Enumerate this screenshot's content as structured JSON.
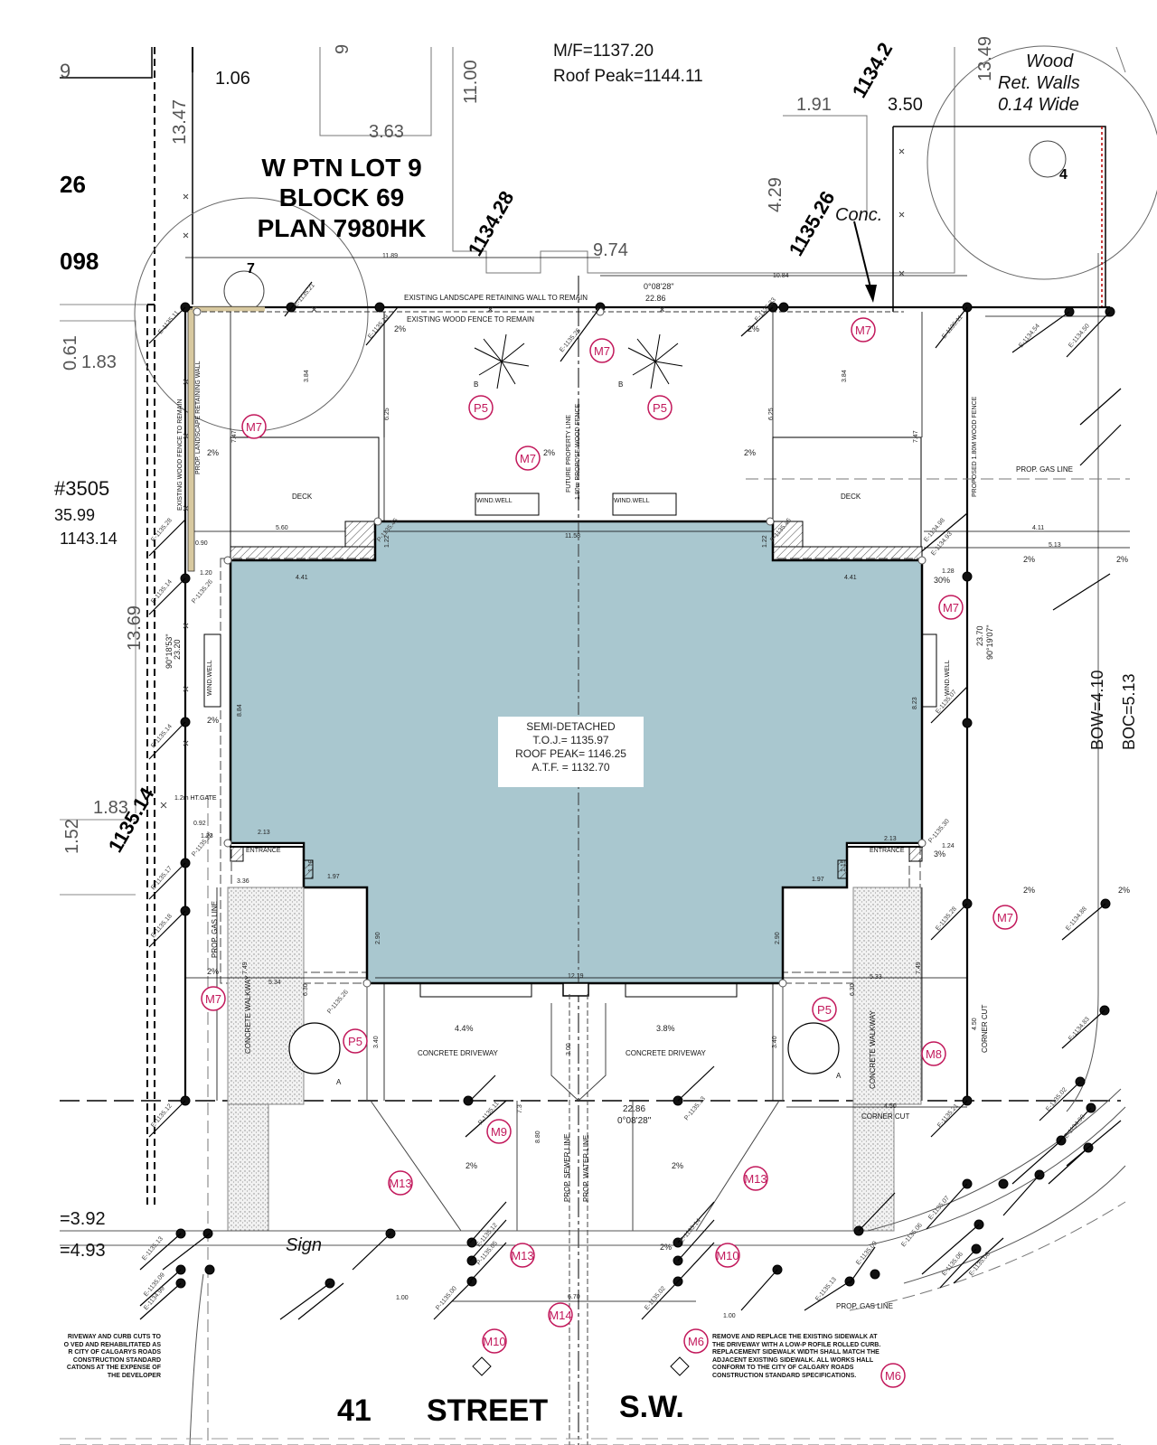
{
  "lot": {
    "line1": "W PTN LOT 9",
    "line2": "BLOCK 69",
    "line3": "PLAN 7980HK"
  },
  "house": {
    "name": "SEMI-DETACHED",
    "toj": "T.O.J.= 1135.97",
    "roof": "ROOF PEAK= 1146.25",
    "atf": "A.T.F. = 1132.70"
  },
  "street": {
    "w1": "41",
    "w2": "STREET",
    "w3": "S.W."
  },
  "top_labels": {
    "mf": "M/F=1137.20",
    "roof_peak": "Roof Peak=1144.11"
  },
  "wood_walls": {
    "l1": "Wood",
    "l2": "Ret.  Walls",
    "l3": "0.14  Wide"
  },
  "labels": {
    "conc": "Conc.",
    "sign": "Sign",
    "bow": "BOW=4.10",
    "boc": "BOC=5.13",
    "existing_wall": "EXISTING LANDSCAPE RETAINING WALL TO REMAIN",
    "existing_fence": "EXISTING WOOD FENCE TO REMAIN",
    "fence_left": "EXISTING WOOD FENCE TO REMAIN",
    "prop_wall": "PROP. LANDSCAPE RETAINING WALL",
    "future_line": "FUTURE PROPERTY LINE",
    "prop_fence": "1.80m PROPOSE WOOD FENCE",
    "prop_fence_right": "PROPOSED 1.80M WOOD FENCE",
    "gas_line": "PROP. GAS LINE",
    "gas_line_left": "PROP. GAS LINE",
    "gas_line_bottom": "PROP. GAS LINE",
    "deck": "DECK",
    "wind_well": "WIND.WELL",
    "entrance": "ENTRANCE",
    "concrete_driveway": "CONCRETE DRIVEWAY",
    "concrete_walkway": "CONCRETE WALKWAY",
    "corner_cut": "CORNER CUT",
    "sewer": "PROP. SEWER LINE",
    "water": "PROP. WATER LINE",
    "gate": "1.2m HT.GATE",
    "lot_num": "#3505",
    "n26": "26",
    "n098": "098",
    "n9": "9",
    "v3599": "35.99",
    "v114314": "1143.14",
    "eq392": "=3.92",
    "eq493": "=4.93",
    "tree7": "7",
    "tree4": "4",
    "tree_b": "B",
    "tree_a": "A"
  },
  "elevations": {
    "e1": "1134.28",
    "e2": "1135.26",
    "e3": "1135.14",
    "e4": "1134.2"
  },
  "dims": {
    "d106": "1.06",
    "d1347": "13.47",
    "d363": "3.63",
    "d1100": "11.00",
    "d974": "9.74",
    "d191": "1.91",
    "d350": "3.50",
    "d429": "4.29",
    "d1349": "13.49",
    "d061": "0.61",
    "d183a": "1.83",
    "d1369": "13.69",
    "d183b": "1.83",
    "d152": "1.52",
    "d1189": "11.89",
    "d1084": "10.84",
    "d0828": "0°08'28\"",
    "d2286": "22.86",
    "d1158": "11.58",
    "d1219": "12.19",
    "d560": "5.60",
    "d090": "0.90",
    "d120": "1.20",
    "d122a": "1.22",
    "d122b": "1.22",
    "d441a": "4.41",
    "d441b": "4.41",
    "d128": "1.28",
    "d411": "4.11",
    "d513": "5.13",
    "d2320a": "23.20",
    "d901853": "90°18'53\"",
    "d2370": "23.70",
    "d901907": "90°19'07\"",
    "d884": "8.84",
    "d823": "8.23",
    "d384a": "3.84",
    "d384b": "3.84",
    "d625a": "6.25",
    "d625b": "6.25",
    "d747a": "7.47",
    "d747b": "7.47",
    "d092": "0.92",
    "d123": "1.23",
    "d213a": "2.13",
    "d213b": "2.13",
    "d124": "1.24",
    "d119a": "1.19",
    "d119b": "1.19",
    "d197a": "1.97",
    "d197b": "1.97",
    "d336": "3.36",
    "d290a": "2.90",
    "d290b": "2.90",
    "d534": "5.34",
    "d533": "5.33",
    "d749a": "7.49",
    "d749b": "7.49",
    "d630a": "6.30",
    "d630b": "6.30",
    "d340a": "3.40",
    "d340b": "3.40",
    "d450a": "4.50",
    "d450b": "4.50",
    "d300": "3.00",
    "d73": "7.3",
    "d880": "8.80",
    "d100a": "1.00",
    "d100b": "1.00",
    "d670": "6.70",
    "d2286b": "22.86",
    "d0828b": "0°08'28\""
  },
  "slopes": {
    "s2a": "2%",
    "s2b": "2%",
    "s2c": "2%",
    "s2d": "2%",
    "s2e": "2%",
    "s2f": "2%",
    "s2g": "2%",
    "s2h": "2%",
    "s2i": "2%",
    "s2j": "2%",
    "s2k": "2%",
    "s2l": "2%",
    "s2m": "2%",
    "s2n": "2%",
    "s30": "30%",
    "s3": "3%",
    "s44": "4.4%",
    "s38": "3.8%"
  },
  "markers": [
    {
      "t": "M7"
    },
    {
      "t": "M7"
    },
    {
      "t": "M7"
    },
    {
      "t": "M7"
    },
    {
      "t": "M7"
    },
    {
      "t": "M7"
    },
    {
      "t": "M7"
    },
    {
      "t": "P5"
    },
    {
      "t": "P5"
    },
    {
      "t": "P5"
    },
    {
      "t": "P5"
    },
    {
      "t": "M8"
    },
    {
      "t": "M9"
    },
    {
      "t": "M13"
    },
    {
      "t": "M13"
    },
    {
      "t": "M13"
    },
    {
      "t": "M10"
    },
    {
      "t": "M10"
    },
    {
      "t": "M6"
    },
    {
      "t": "M6"
    },
    {
      "t": "M14"
    }
  ],
  "points": [
    {
      "t": "E-1135.11"
    },
    {
      "t": "E-1135.21"
    },
    {
      "t": "E-1135.19"
    },
    {
      "t": "E-1135.26"
    },
    {
      "t": "E-1135.33"
    },
    {
      "t": "E-1135.11"
    },
    {
      "t": "E-1134.54"
    },
    {
      "t": "E-1134.50"
    },
    {
      "t": "E-1134.98"
    },
    {
      "t": "E-1134.93"
    },
    {
      "t": "E-1135.28"
    },
    {
      "t": "E-1135.14"
    },
    {
      "t": "E-1135.14"
    },
    {
      "t": "E-1135.07"
    },
    {
      "t": "E-1135.17"
    },
    {
      "t": "E-1135.18"
    },
    {
      "t": "E-1135.28"
    },
    {
      "t": "E-1135.12"
    },
    {
      "t": "E-1135.21"
    },
    {
      "t": "E-1134.88"
    },
    {
      "t": "E-1134.83"
    },
    {
      "t": "E-1135.02"
    },
    {
      "t": "E-1134.99"
    },
    {
      "t": "E-1135.13"
    },
    {
      "t": "E-1135.09"
    },
    {
      "t": "E-1134.99"
    },
    {
      "t": "E-1135.06"
    },
    {
      "t": "E-1135.12"
    },
    {
      "t": "E-1135.14"
    },
    {
      "t": "E-1135.07"
    },
    {
      "t": "E-1135.06"
    },
    {
      "t": "E-1135.08"
    },
    {
      "t": "E-1135.13"
    },
    {
      "t": "E-1135.09"
    },
    {
      "t": "E-1135.02"
    },
    {
      "t": "P-1135.45"
    },
    {
      "t": "P-1135.45"
    },
    {
      "t": "P-1135.26"
    },
    {
      "t": "P-1135.26"
    },
    {
      "t": "P-1135.30"
    },
    {
      "t": "P-1135.26"
    },
    {
      "t": "P-1135.11"
    },
    {
      "t": "P-1135.13"
    },
    {
      "t": "P-1135.00"
    },
    {
      "t": "P-1135.05"
    }
  ],
  "notes": {
    "left": [
      "RIVEWAY AND CURB CUTS TO",
      "O VED AND REHABILITATED AS",
      "R CITY OF CALGARYS ROADS",
      "CONSTRUCTION STANDARD",
      "CATIONS AT THE EXPENSE OF",
      "THE DEVELOPER"
    ],
    "right": [
      "REMOVE AND REPLACE THE EXISTING SIDEWALK AT",
      "THE DRIVEWAY WITH A LOW-P ROFILE ROLLED CURB.",
      "REPLACEMENT SIDEWALK WIDTH SHALL MATCH THE",
      "ADJACENT EXISTING SIDEWALK. ALL WORKS HALL",
      "CONFORM TO THE CITY OF CALGARY ROADS",
      "CONSTRUCTION STANDARD SPECIFICATIONS."
    ]
  },
  "colors": {
    "house": "#a9c7cf",
    "marker": "#c2185b",
    "lot_num": "#2a9bc0",
    "wall": "#d8c9a0"
  }
}
